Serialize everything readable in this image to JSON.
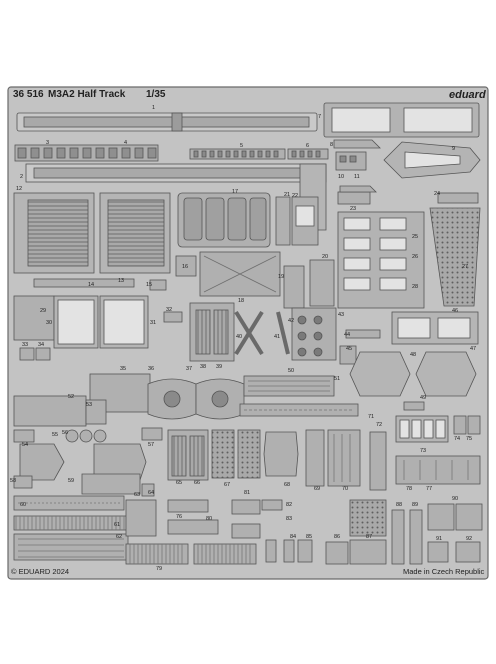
{
  "sheet": {
    "code": "36 516",
    "title": "M3A2 Half Track",
    "scale": "1/35",
    "brand": "eduard",
    "copyright": "© EDUARD 2024",
    "origin": "Made in Czech Republic"
  },
  "colors": {
    "fret": "#c3c3c3",
    "part": "#a9a9a9",
    "outline": "#555555",
    "window": "#e9e9e9",
    "background": "#ffffff"
  },
  "part_numbers": [
    "1",
    "2",
    "3",
    "4",
    "5",
    "6",
    "7",
    "8",
    "9",
    "10",
    "11",
    "12",
    "13",
    "14",
    "15",
    "16",
    "17",
    "18",
    "19",
    "20",
    "21",
    "22",
    "23",
    "24",
    "25",
    "26",
    "27",
    "28",
    "29",
    "30",
    "31",
    "32",
    "33",
    "34",
    "35",
    "36",
    "37",
    "38",
    "39",
    "40",
    "41",
    "42",
    "43",
    "44",
    "45",
    "46",
    "47",
    "48",
    "49",
    "50",
    "51",
    "52",
    "53",
    "54",
    "55",
    "56",
    "57",
    "58",
    "59",
    "60",
    "61",
    "62",
    "63",
    "64",
    "65",
    "66",
    "67",
    "68",
    "69",
    "70",
    "71",
    "72",
    "73",
    "74",
    "75",
    "76",
    "77",
    "78",
    "79",
    "80",
    "81",
    "82",
    "83",
    "84",
    "85",
    "86",
    "87",
    "88",
    "89",
    "90",
    "91",
    "92"
  ]
}
